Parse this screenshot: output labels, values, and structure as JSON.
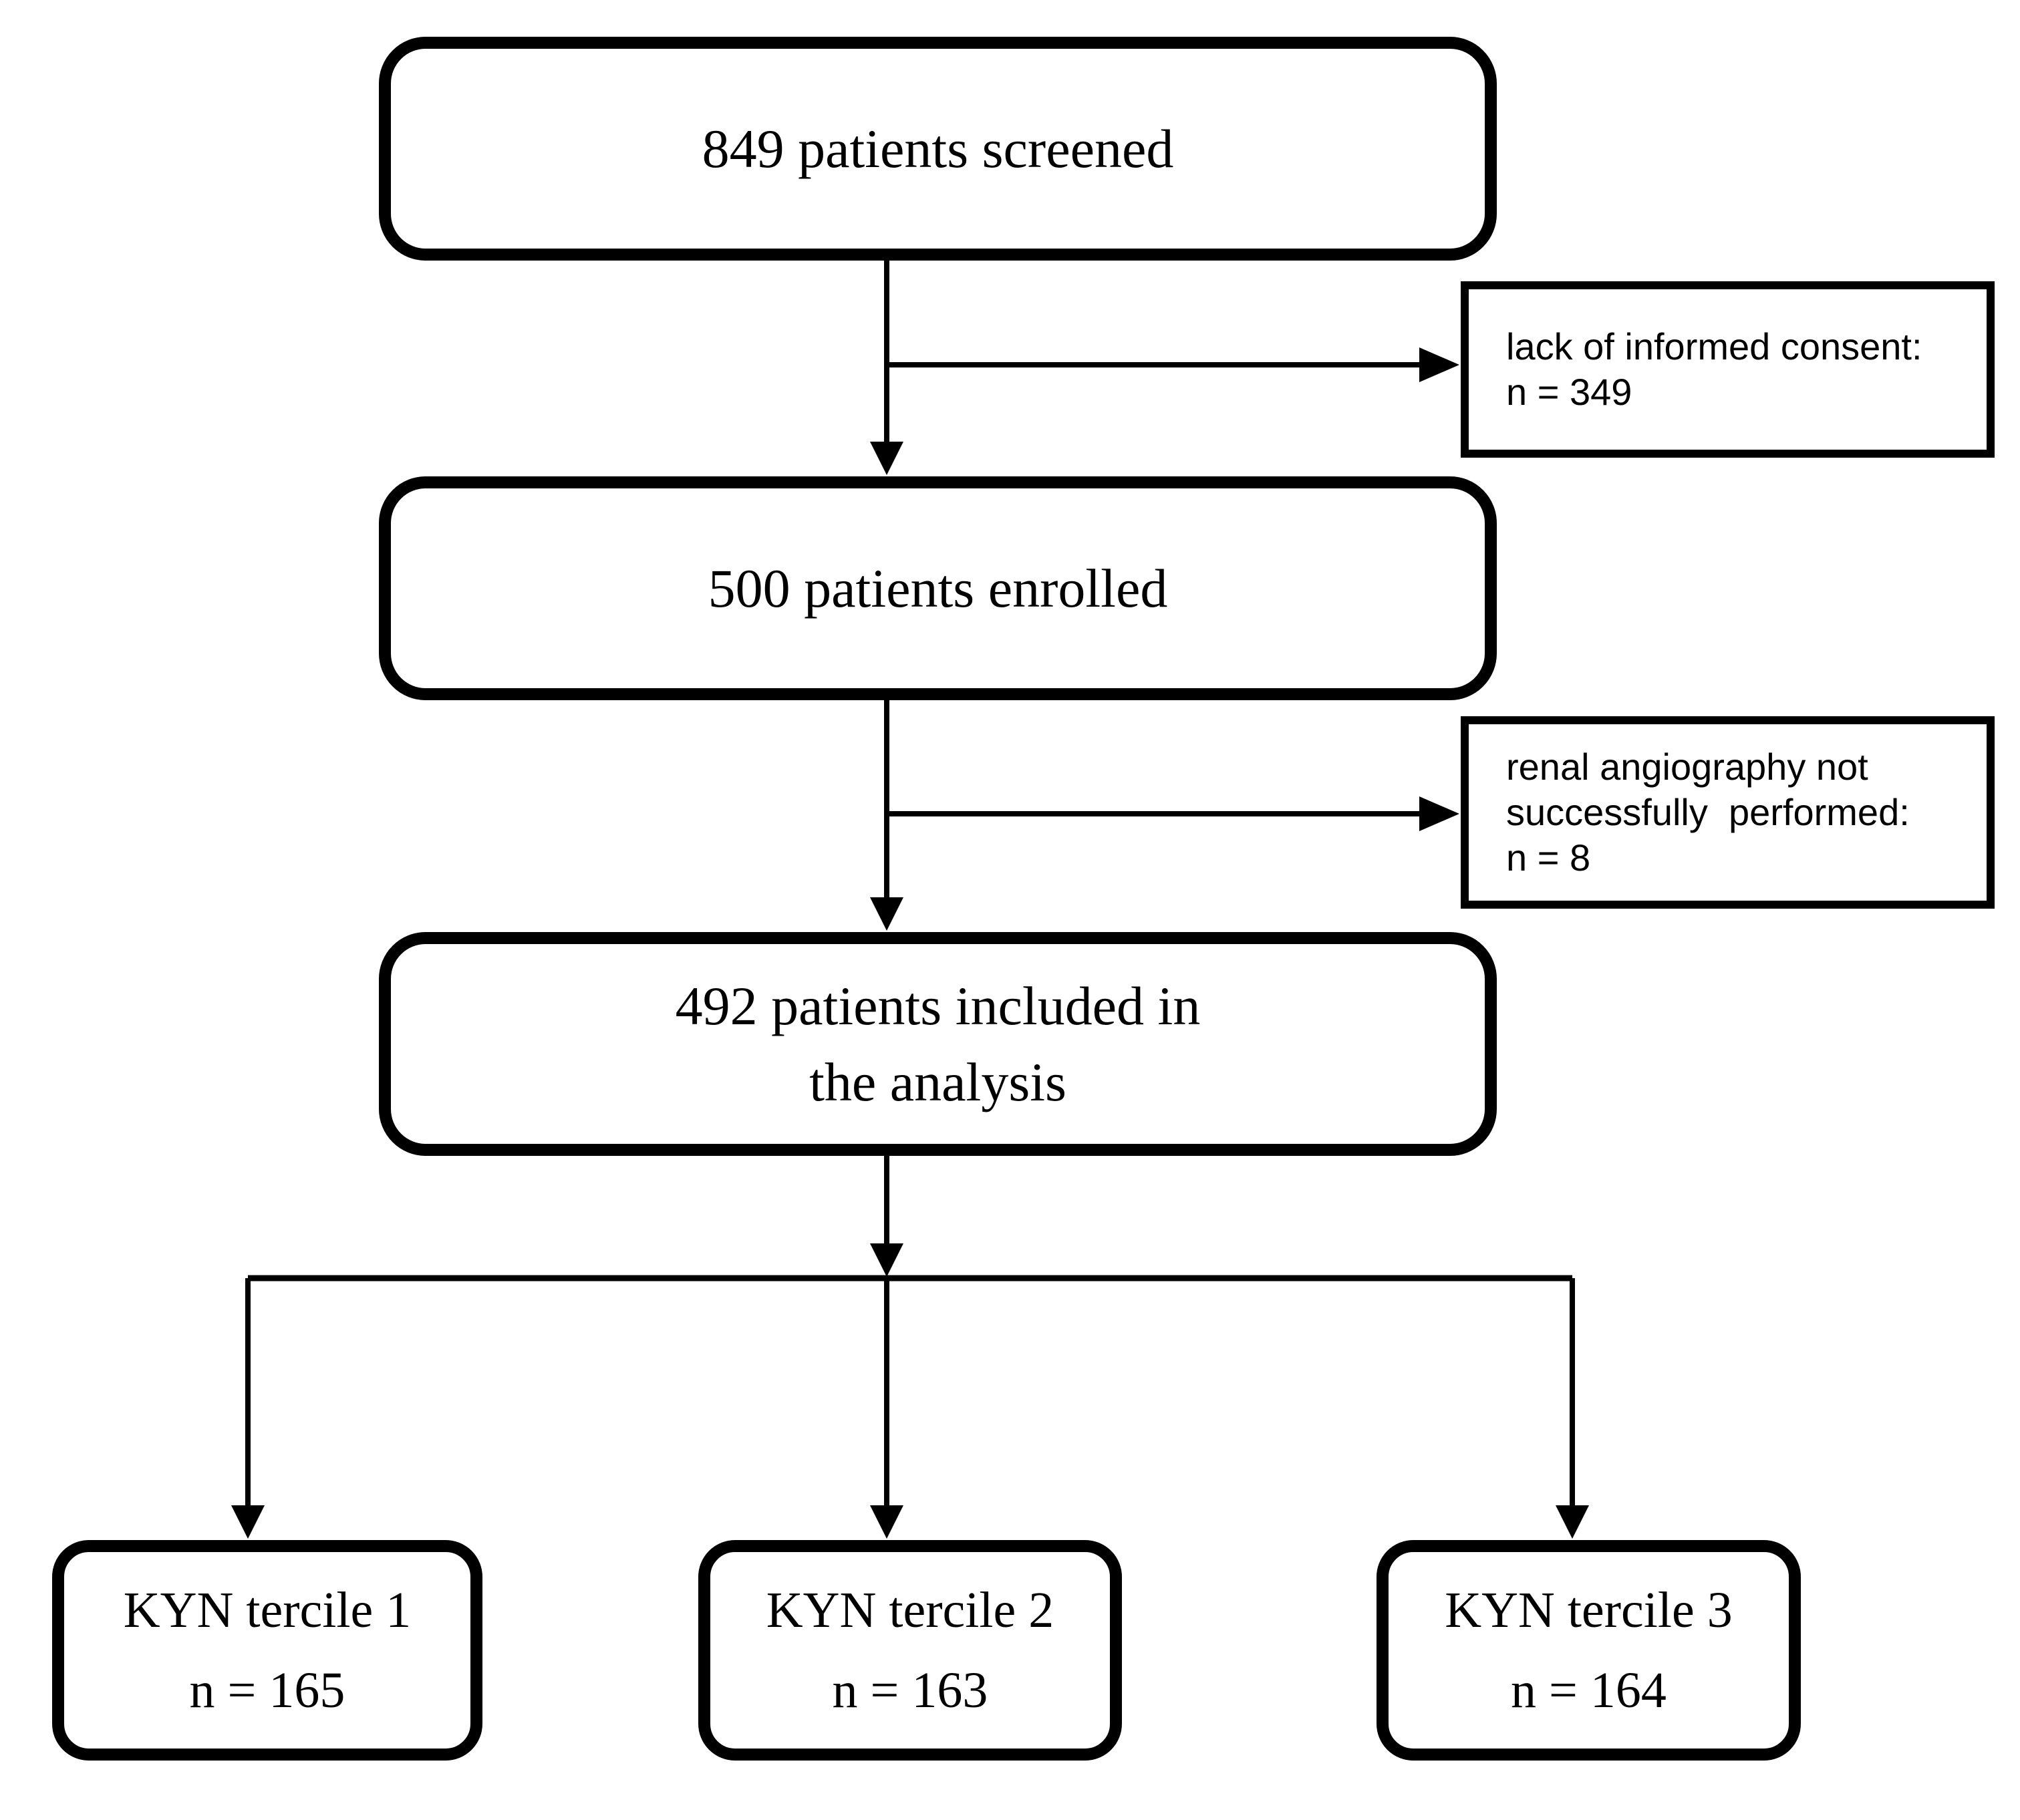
{
  "page": {
    "background": "#ffffff",
    "ink": "#000000",
    "kind": "patient flow diagram"
  },
  "flowchart": {
    "nodes": {
      "screened": {
        "label": "849 patients screened"
      },
      "consent": {
        "label": "lack of informed consent:\nn = 349"
      },
      "enrolled": {
        "label": "500 patients enrolled"
      },
      "angio": {
        "label": "renal angiography not\nsuccessfully  performed:\nn = 8"
      },
      "analyzed": {
        "label": "492 patients included in\nthe analysis"
      },
      "tercile1": {
        "label": "KYN tercile 1\nn = 165"
      },
      "tercile2": {
        "label": "KYN tercile 2\nn = 163"
      },
      "tercile3": {
        "label": "KYN tercile 3\nn = 164"
      }
    },
    "edges": [
      {
        "from": "screened",
        "to": "enrolled"
      },
      {
        "from": "screened",
        "to": "consent"
      },
      {
        "from": "enrolled",
        "to": "analyzed"
      },
      {
        "from": "enrolled",
        "to": "angio"
      },
      {
        "from": "analyzed",
        "to": "tercile1"
      },
      {
        "from": "analyzed",
        "to": "tercile2"
      },
      {
        "from": "analyzed",
        "to": "tercile3"
      }
    ]
  }
}
